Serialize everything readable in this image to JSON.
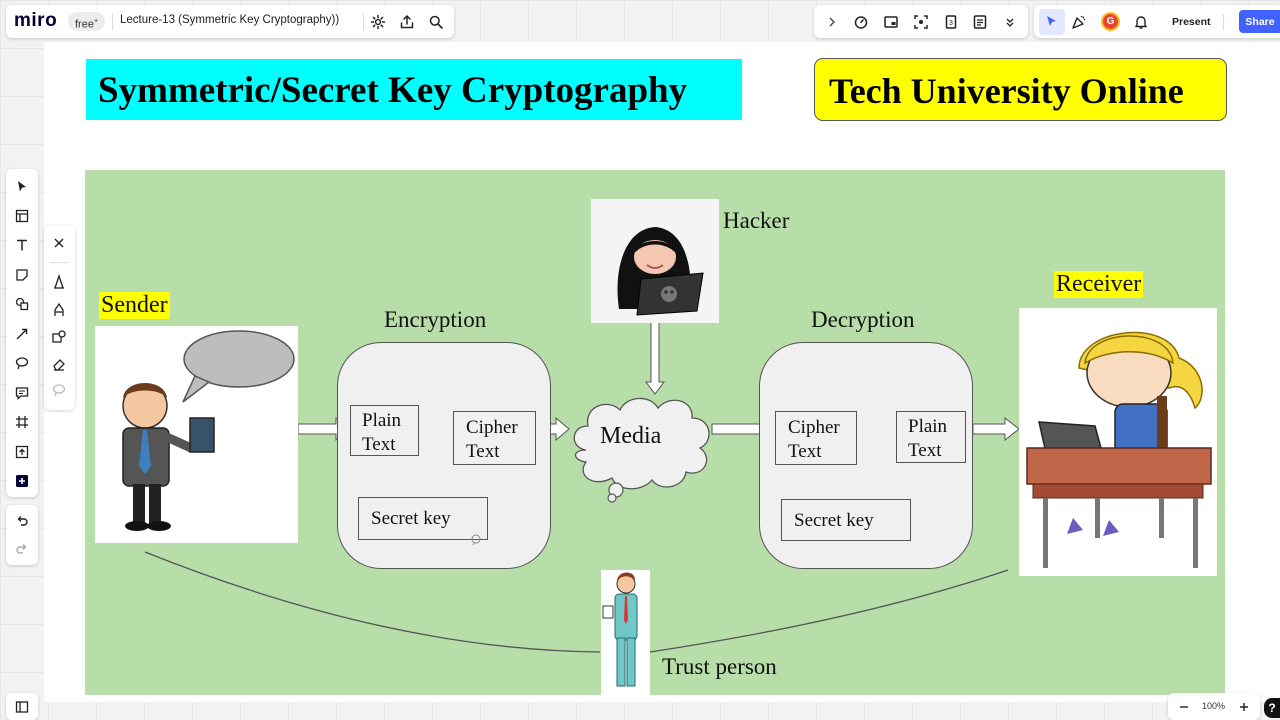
{
  "app": {
    "logo": "miro",
    "plan_badge": "free",
    "board_title": "Lecture-13 (Symmetric Key Cryptography))",
    "present_label": "Present",
    "share_label": "Share",
    "avatar_initial": "G",
    "zoom": "100%",
    "help": "?"
  },
  "slide": {
    "title": "Symmetric/Secret Key Cryptography",
    "brand": "Tech University Online",
    "hacker": "Hacker",
    "sender": "Sender",
    "receiver": "Receiver",
    "encryption": "Encryption",
    "decryption": "Decryption",
    "media": "Media",
    "trust_person": "Trust person",
    "enc_plain": [
      "Plain",
      "Text"
    ],
    "enc_cipher": [
      "Cipher",
      "Text"
    ],
    "enc_key": "Secret key",
    "dec_cipher": [
      "Cipher",
      "Text"
    ],
    "dec_plain": [
      "Plain",
      "Text"
    ],
    "dec_key": "Secret key"
  },
  "colors": {
    "title_bg": "#00ffff",
    "brand_bg": "#ffff00",
    "diagram_bg": "#b7dea8",
    "label_highlight": "#ffff00",
    "share_button": "#4262ff",
    "avatar": "#e8442f"
  },
  "icons": {
    "top": [
      "settings-icon",
      "export-icon",
      "search-icon"
    ],
    "collab": [
      "chevron-right-icon",
      "timer-icon",
      "screen-icon",
      "focus-icon",
      "reactions-icon",
      "notes-icon",
      "more-icon"
    ],
    "left_toolbar": [
      "select-icon",
      "templates-icon",
      "text-icon",
      "sticky-note-icon",
      "shapes-icon",
      "connector-icon",
      "comment-lasso-icon",
      "chat-icon",
      "frame-icon",
      "upload-icon",
      "add-icon",
      "undo-icon",
      "redo-icon"
    ],
    "pen_toolbar": [
      "close-icon",
      "pen-icon",
      "highlighter-icon",
      "shape-pen-icon",
      "eraser-icon",
      "lasso-icon"
    ]
  }
}
